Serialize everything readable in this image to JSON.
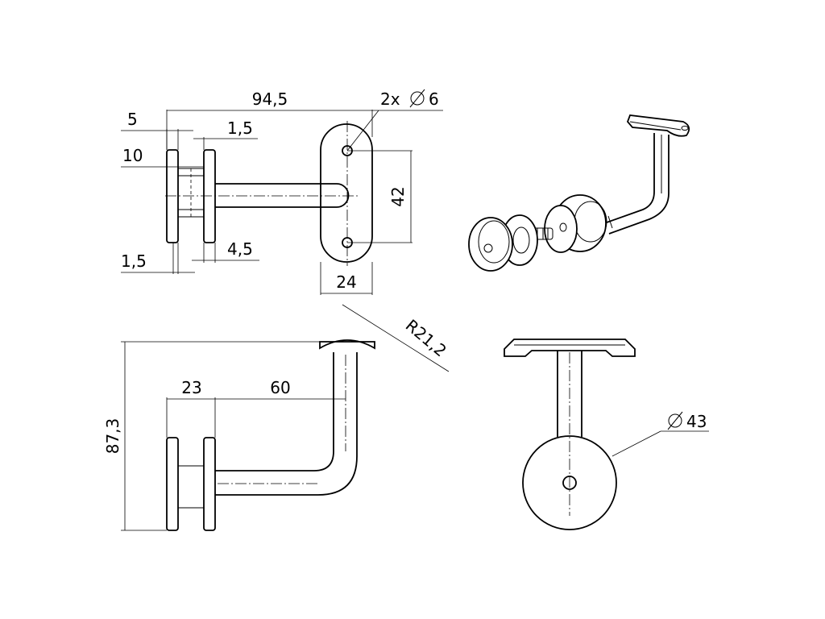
{
  "dimensions": {
    "top_overall": "94,5",
    "holes": "2x",
    "hole_diameter": "6",
    "plate_thickness": "5",
    "spacer_thickness_top": "1,5",
    "gap": "10",
    "spacer_thickness_bottom": "1,5",
    "inner_gap": "4,5",
    "hole_spacing": "42",
    "saddle_width": "24",
    "saddle_radius": "R21,2",
    "front_height": "87,3",
    "front_offset": "23",
    "front_arm_length": "60",
    "rosette_diameter": "43"
  },
  "colors": {
    "line": "#000000",
    "background": "#ffffff"
  },
  "icons": {
    "diameter_symbol": "diameter-icon"
  }
}
